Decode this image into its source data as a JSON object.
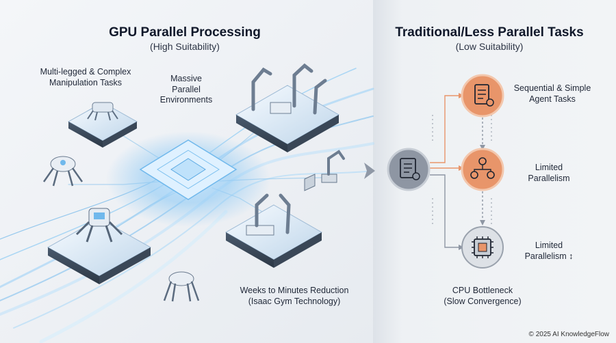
{
  "left": {
    "title": "GPU Parallel Processing",
    "subtitle": "(High Suitability)",
    "label_tasks": "Multi-legged & Complex\nManipulation Tasks",
    "label_envs": "Massive\nParallel\nEnvironments",
    "label_reduction": "Weeks to Minutes Reduction",
    "label_tech": "(Isaac Gym Technology)"
  },
  "right": {
    "title": "Traditional/Less Parallel Tasks",
    "subtitle": "(Low Suitability)",
    "label_sequential": "Sequential & Simple\nAgent Tasks",
    "label_limited1": "Limited\nParallelism",
    "label_limited2": "Limited\nParallelism ↕",
    "label_cpu": "CPU Bottleneck",
    "label_slow": "(Slow Convergence)"
  },
  "footer": "© 2025 AI KnowledgeFlow",
  "colors": {
    "accent_orange": "#e8956a",
    "node_gray": "#8e96a3",
    "glow_blue": "#5fb4f0"
  }
}
